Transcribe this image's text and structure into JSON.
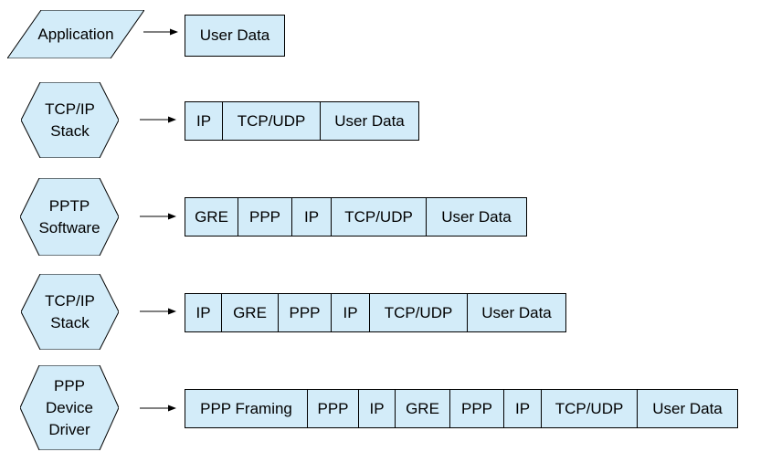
{
  "colors": {
    "shape_fill": "#d3ecf9",
    "shape_border": "#000000",
    "text": "#000000",
    "canvas_bg": "#ffffff"
  },
  "rows": [
    {
      "stage": {
        "shape": "parallelogram",
        "lines": [
          "Application"
        ]
      },
      "packet": [
        "User Data"
      ]
    },
    {
      "stage": {
        "shape": "hexagon",
        "lines": [
          "TCP/IP",
          "Stack"
        ]
      },
      "packet": [
        "IP",
        "TCP/UDP",
        "User Data"
      ]
    },
    {
      "stage": {
        "shape": "hexagon",
        "lines": [
          "PPTP",
          "Software"
        ]
      },
      "packet": [
        "GRE",
        "PPP",
        "IP",
        "TCP/UDP",
        "User Data"
      ]
    },
    {
      "stage": {
        "shape": "hexagon",
        "lines": [
          "TCP/IP",
          "Stack"
        ]
      },
      "packet": [
        "IP",
        "GRE",
        "PPP",
        "IP",
        "TCP/UDP",
        "User Data"
      ]
    },
    {
      "stage": {
        "shape": "hexagon",
        "lines": [
          "PPP",
          "Device",
          "Driver"
        ]
      },
      "packet": [
        "PPP Framing",
        "PPP",
        "IP",
        "GRE",
        "PPP",
        "IP",
        "TCP/UDP",
        "User Data"
      ]
    }
  ]
}
